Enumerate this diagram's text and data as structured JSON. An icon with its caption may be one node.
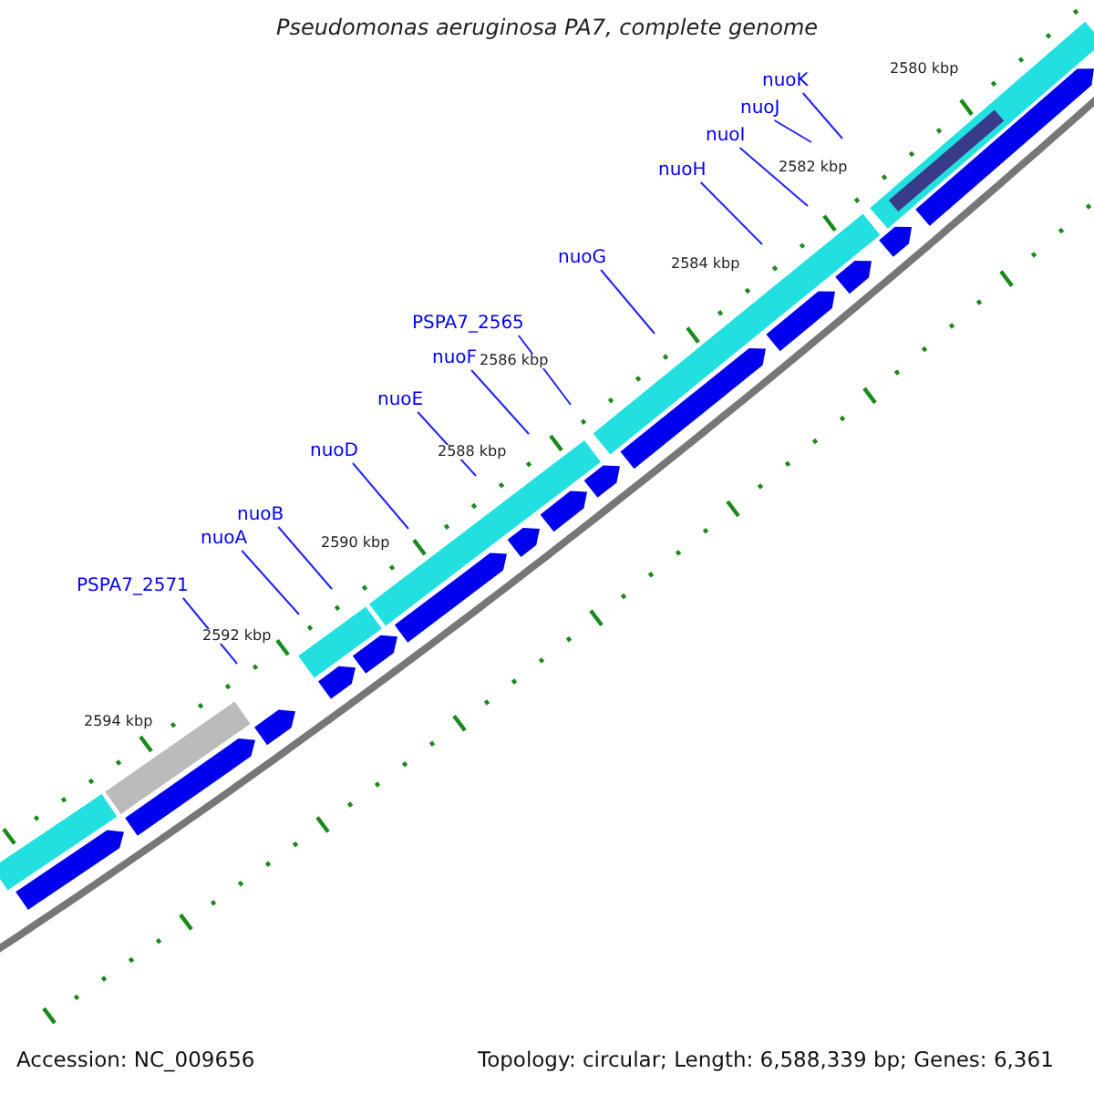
{
  "diagram": {
    "title": "Pseudomonas aeruginosa PA7, complete genome",
    "nodes": [
      {
        "text": [
          "nuoK"
        ]
      },
      {
        "text": [
          "nuoJ"
        ]
      },
      {
        "text": [
          "nuoI"
        ]
      },
      {
        "text": [
          "nuoH"
        ]
      },
      {
        "text": [
          "nuoG"
        ]
      },
      {
        "text": [
          "PSPA7_2565"
        ]
      },
      {
        "text": [
          "nuoF"
        ]
      },
      {
        "text": [
          "nuoE"
        ]
      },
      {
        "text": [
          "nuoD"
        ]
      },
      {
        "text": [
          "nuoB"
        ]
      },
      {
        "text": [
          "nuoA"
        ]
      },
      {
        "text": [
          "PSPA7_2571"
        ]
      }
    ],
    "edges": [
      {
        "from": 0,
        "to": null,
        "arrow": "none"
      },
      {
        "from": 1,
        "to": null,
        "arrow": "none"
      },
      {
        "from": 2,
        "to": null,
        "arrow": "none"
      },
      {
        "from": 3,
        "to": null,
        "arrow": "none"
      },
      {
        "from": 4,
        "to": null,
        "arrow": "none"
      },
      {
        "from": 5,
        "to": null,
        "arrow": "none"
      },
      {
        "from": 6,
        "to": null,
        "arrow": "none"
      },
      {
        "from": 7,
        "to": null,
        "arrow": "none"
      },
      {
        "from": 8,
        "to": null,
        "arrow": "none"
      },
      {
        "from": 9,
        "to": null,
        "arrow": "none"
      },
      {
        "from": 10,
        "to": null,
        "arrow": "none"
      },
      {
        "from": 11,
        "to": null,
        "arrow": "none"
      }
    ],
    "labels": [
      "2580 kbp",
      "2582 kbp",
      "2584 kbp",
      "2586 kbp",
      "2588 kbp",
      "2590 kbp",
      "2592 kbp",
      "2594 kbp",
      "Accession: NC_009656",
      "Topology: circular; Length: 6,588,339 bp; Genes: 6,361"
    ]
  }
}
